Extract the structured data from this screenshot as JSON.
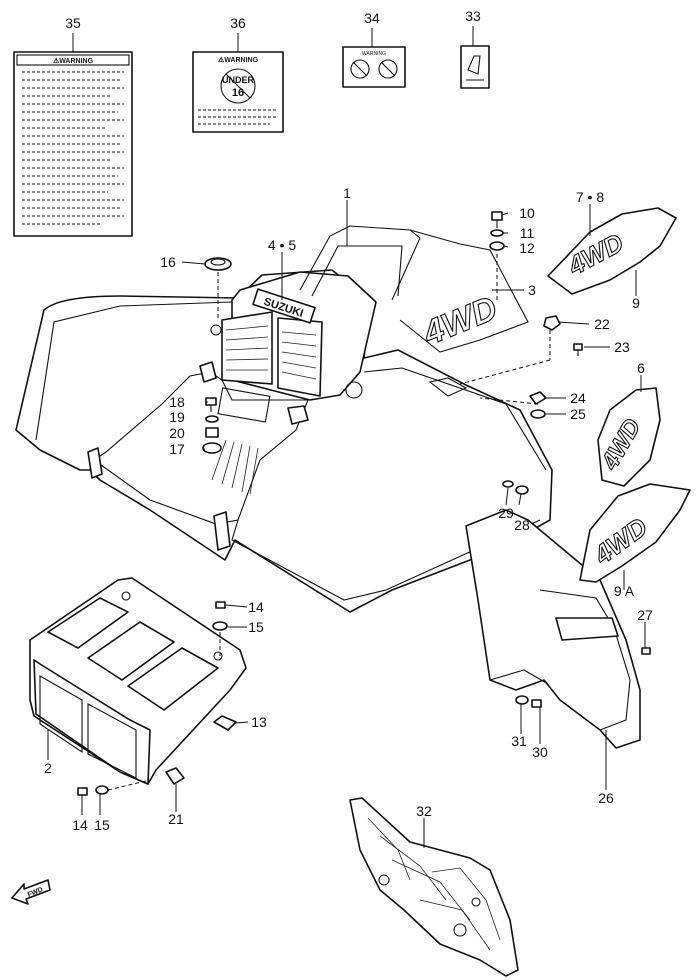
{
  "callouts": {
    "c1": "1",
    "c2": "2",
    "c3": "3",
    "c45": "4 • 5",
    "c6": "6",
    "c78": "7 • 8",
    "c9": "9",
    "c9a": "9 A",
    "c10": "10",
    "c11": "11",
    "c12": "12",
    "c13": "13",
    "c14a": "14",
    "c14b": "14",
    "c15a": "15",
    "c15b": "15",
    "c16": "16",
    "c17": "17",
    "c18": "18",
    "c19": "19",
    "c20": "20",
    "c21": "21",
    "c22": "22",
    "c23": "23",
    "c24": "24",
    "c25": "25",
    "c26": "26",
    "c27": "27",
    "c28": "28",
    "c29": "29",
    "c30": "30",
    "c31": "31",
    "c32": "32",
    "c33": "33",
    "c34": "34",
    "c35": "35",
    "c36": "36"
  },
  "labels": {
    "warning_35": "⚠WARNING",
    "warning_36": "⚠WARNING",
    "warning_34": "WARNING",
    "under": "UNDER",
    "age": "16",
    "brand": "SUZUKI",
    "emblem": "4WD",
    "fwd": "FWD"
  }
}
